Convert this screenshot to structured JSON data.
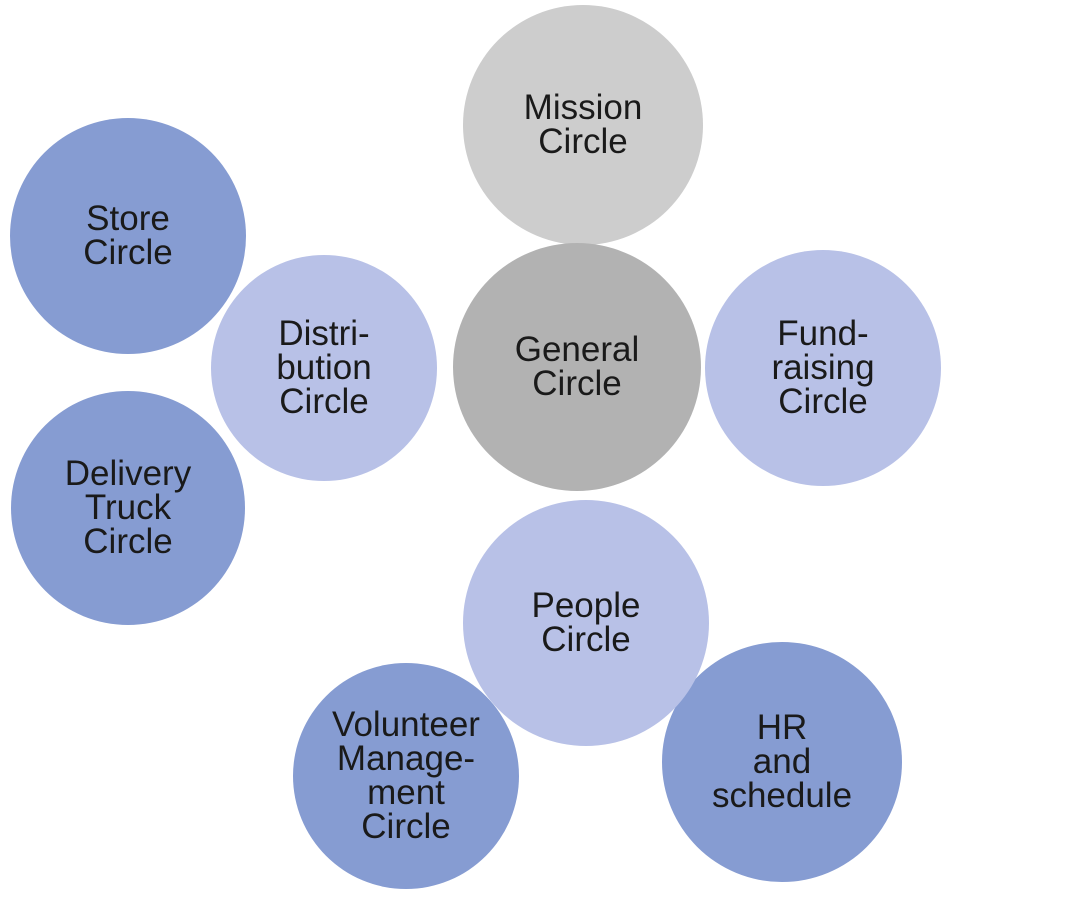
{
  "palette": {
    "medium_blue": "#869CD2",
    "lavender": "#B8C1E7",
    "light_gray": "#CDCDCD",
    "medium_gray": "#B2B2B2",
    "text": "#1A1A1A",
    "background": "#FFFFFF"
  },
  "circles": [
    {
      "id": "mission",
      "label": "Mission\nCircle",
      "color": "#CDCDCD"
    },
    {
      "id": "general",
      "label": "General\nCircle",
      "color": "#B2B2B2"
    },
    {
      "id": "store",
      "label": "Store\nCircle",
      "color": "#869CD2"
    },
    {
      "id": "distribution",
      "label": "Distri-\nbution\nCircle",
      "color": "#B8C1E7"
    },
    {
      "id": "fundraising",
      "label": "Fund-\nraising\nCircle",
      "color": "#B8C1E7"
    },
    {
      "id": "delivery",
      "label": "Delivery\nTruck\nCircle",
      "color": "#869CD2"
    },
    {
      "id": "people",
      "label": "People\nCircle",
      "color": "#B8C1E7"
    },
    {
      "id": "volunteer",
      "label": "Volunteer\nManage-\nment\nCircle",
      "color": "#869CD2"
    },
    {
      "id": "hr",
      "label": "HR\nand\nschedule",
      "color": "#869CD2"
    }
  ]
}
